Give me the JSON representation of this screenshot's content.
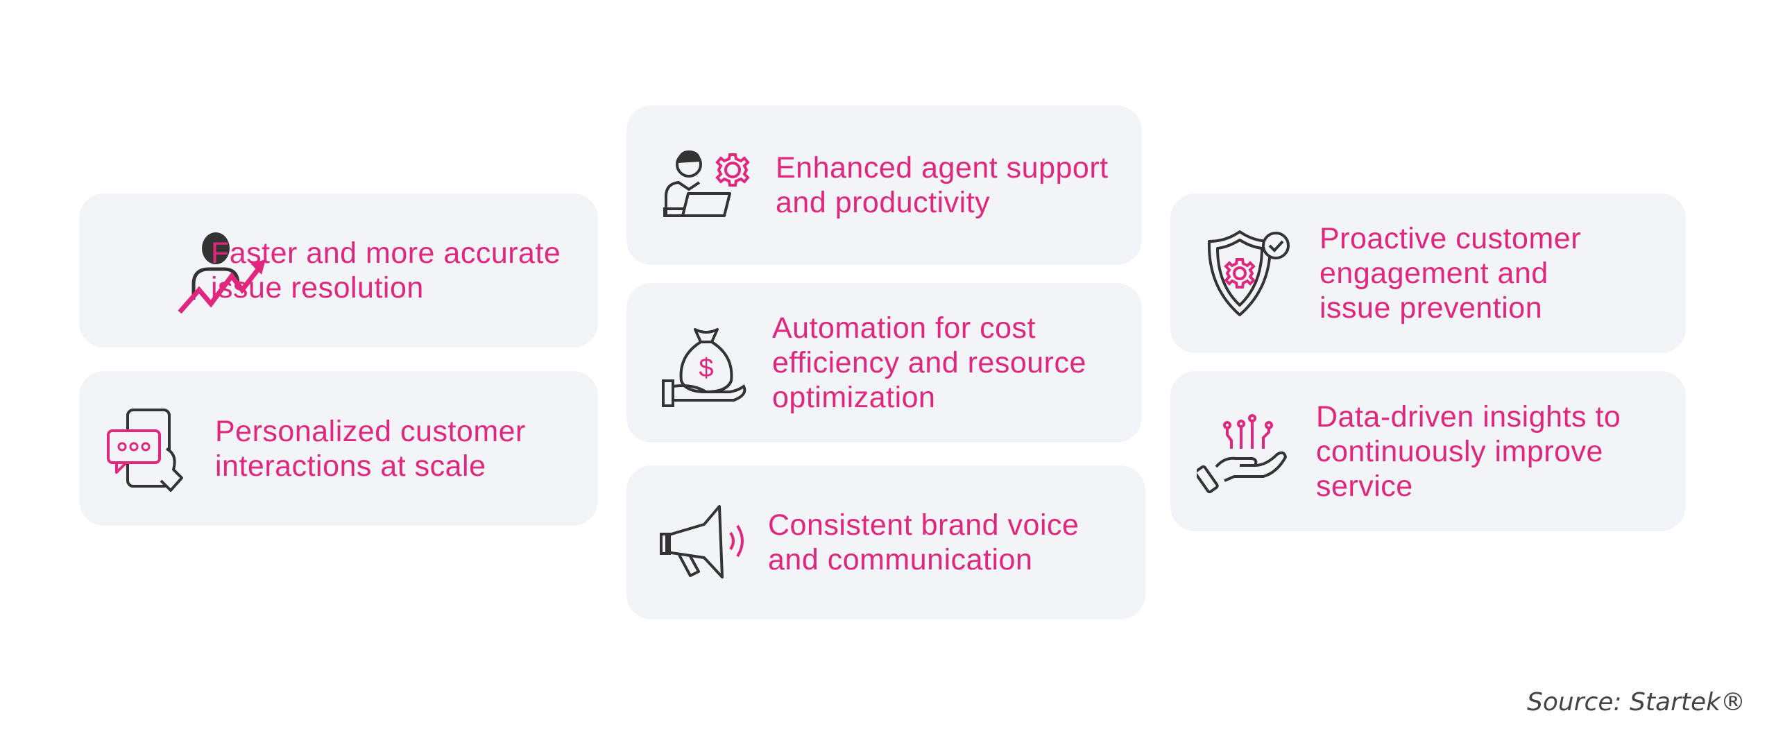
{
  "cards": [
    {
      "lines": [
        "Faster and more accurate",
        "issue resolution"
      ],
      "icon": "person-growth-icon"
    },
    {
      "lines": [
        "Personalized customer",
        "interactions at scale"
      ],
      "icon": "phone-chat-icon"
    },
    {
      "lines": [
        "Enhanced agent support",
        "and productivity"
      ],
      "icon": "agent-gear-icon"
    },
    {
      "lines": [
        "Automation for cost",
        "efficiency and resource",
        "optimization"
      ],
      "icon": "money-bag-hand-icon"
    },
    {
      "lines": [
        "Consistent brand voice",
        "and communication"
      ],
      "icon": "megaphone-icon"
    },
    {
      "lines": [
        "Proactive customer",
        "engagement and",
        "issue prevention"
      ],
      "icon": "shield-gear-check-icon"
    },
    {
      "lines": [
        "Data-driven insights to",
        "continuously improve",
        "service"
      ],
      "icon": "hand-data-icon"
    }
  ],
  "source": "Source: Startek®",
  "colors": {
    "accent": "#e0267d",
    "icon_dark": "#333333",
    "card_bg": "#f3f4f8"
  }
}
